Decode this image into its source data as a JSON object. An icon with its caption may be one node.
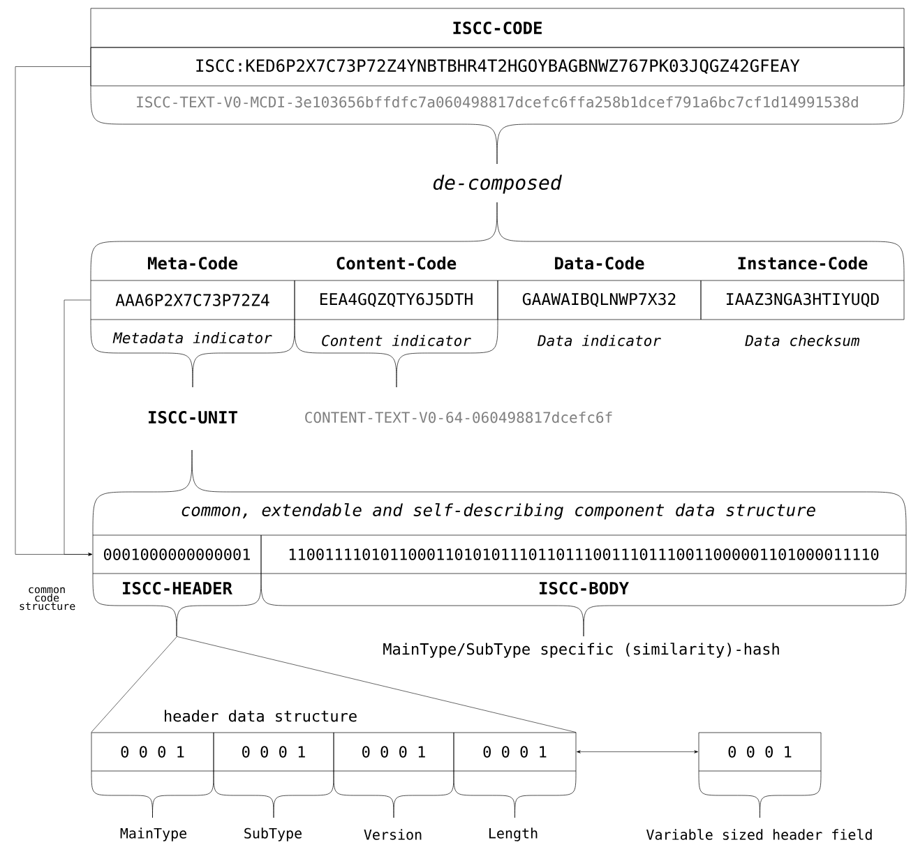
{
  "diagram": {
    "nodes": [
      {
        "text": [
          "ISCC-CODE",
          "ISCC:KED6P2X7C73P72Z4YNBTBHR4T2HGOYBAGBNWZ767PK03JQGZ42GFEAY",
          "ISCC-TEXT-V0-MCDI-3e103656bffdfc7a060498817dcefc6ffa258b1dcef791a6bc7cf1d14991538d"
        ]
      },
      {
        "text": [
          "Meta-Code",
          "AAA6P2X7C73P72Z4"
        ],
        "beside": [
          "Metadata indicator"
        ]
      },
      {
        "text": [
          "Content-Code",
          "EEA4GQZQTY6J5DTH"
        ],
        "beside": [
          "Content indicator"
        ]
      },
      {
        "text": [
          "Data-Code",
          "GAAWAIBQLNWP7X32"
        ],
        "beside": [
          "Data indicator"
        ]
      },
      {
        "text": [
          "Instance-Code",
          "IAAZ3NGA3HTIYUQD"
        ],
        "beside": [
          "Data checksum"
        ]
      },
      {
        "text": [
          "0001000000000001"
        ],
        "beside": [
          "ISCC-HEADER"
        ]
      },
      {
        "text": [
          "1100111101011000110101011101101110011101110011000001101000011110"
        ],
        "beside": [
          "ISCC-BODY"
        ]
      },
      {
        "text": [
          "0 0 0 1"
        ]
      },
      {
        "text": [
          "0 0 0 1"
        ]
      },
      {
        "text": [
          "0 0 0 1"
        ]
      },
      {
        "text": [
          "0 0 0 1"
        ]
      },
      {
        "text": [
          "0 0 0 1"
        ]
      }
    ],
    "edges": [
      {
        "from": 0,
        "to": 5,
        "arrow": "to"
      },
      {
        "from": 1,
        "to": 5,
        "arrow": "to"
      },
      {
        "from": 5,
        "to": 7,
        "arrow": "none"
      },
      {
        "from": 5,
        "to": 10,
        "arrow": "none"
      },
      {
        "from": 10,
        "to": 11,
        "arrow": "both"
      }
    ],
    "labels": [
      "de-composed",
      "ISCC-UNIT",
      "CONTENT-TEXT-V0-64-060498817dcefc6f",
      "common, extendable and self-describing component data structure",
      "common code structure",
      "MainType/SubType specific (similarity)-hash",
      "header data structure",
      "MainType",
      "SubType",
      "Version",
      "Length",
      "Variable sized header field"
    ]
  }
}
